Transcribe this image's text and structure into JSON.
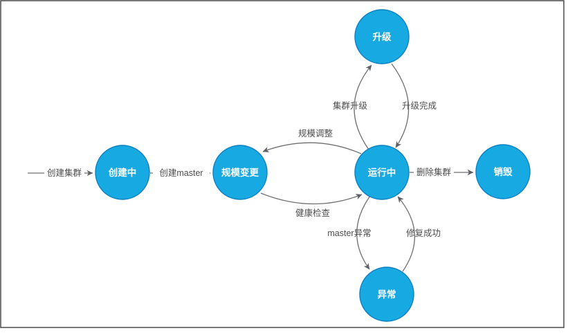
{
  "diagram": {
    "title": "cluster-state-machine",
    "colors": {
      "node_fill": "#17a9e1",
      "node_stroke": "#0d7fc0",
      "node_text": "#ffffff",
      "edge_stroke": "#6e6e6e",
      "edge_label_text": "#4d4d4d",
      "frame_border": "#4a4a4a",
      "background": "#ffffff"
    },
    "nodes": [
      {
        "id": "upgrade",
        "label": "升级"
      },
      {
        "id": "creating",
        "label": "创建中"
      },
      {
        "id": "scale-change",
        "label": "规模变更"
      },
      {
        "id": "running",
        "label": "运行中"
      },
      {
        "id": "destroy",
        "label": "销毁"
      },
      {
        "id": "abnormal",
        "label": "异常"
      }
    ],
    "edges": [
      {
        "label": "创建集群",
        "from": "start",
        "to": "creating"
      },
      {
        "label": "创建master",
        "from": "creating",
        "to": "scale-change"
      },
      {
        "label": "规模调整",
        "from": "running",
        "to": "scale-change"
      },
      {
        "label": "健康检查",
        "from": "scale-change",
        "to": "running"
      },
      {
        "label": "集群升级",
        "from": "running",
        "to": "upgrade"
      },
      {
        "label": "升级完成",
        "from": "upgrade",
        "to": "running"
      },
      {
        "label": "删除集群",
        "from": "running",
        "to": "destroy"
      },
      {
        "label": "master异常",
        "from": "running",
        "to": "abnormal"
      },
      {
        "label": "修复成功",
        "from": "abnormal",
        "to": "running"
      }
    ]
  }
}
